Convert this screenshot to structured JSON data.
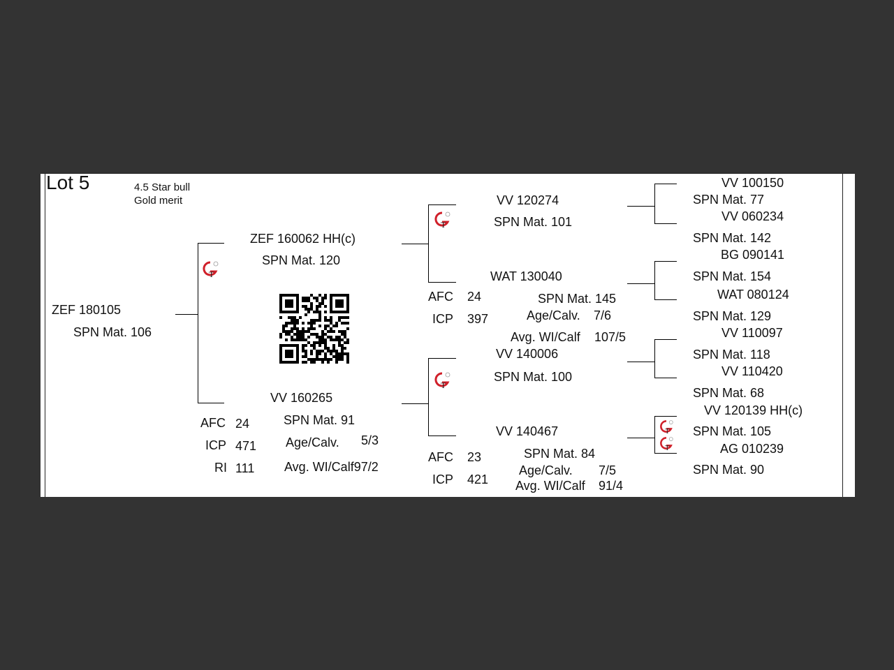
{
  "lot": "Lot 5",
  "rating": [
    "4.5 Star bull",
    "Gold merit"
  ],
  "subject": {
    "id": "ZEF 180105",
    "spn": "SPN Mat. 106"
  },
  "sire": {
    "id": "ZEF 160062  HH(c)",
    "spn": "SPN Mat. 120"
  },
  "dam": {
    "id": "VV  160265",
    "spn": "SPN Mat. 91",
    "afc_label": "AFC",
    "afc": "24",
    "icp_label": "ICP",
    "icp": "471",
    "ri_label": "RI",
    "ri": "111",
    "age_label": "Age/Calv.",
    "age": "5/3",
    "wi": "Avg. WI/Calf97/2"
  },
  "ss": {
    "id": "VV  120274",
    "spn": "SPN Mat. 101"
  },
  "sd": {
    "id": "WAT 130040",
    "spn": "SPN Mat. 145",
    "afc_label": "AFC",
    "afc": "24",
    "icp_label": "ICP",
    "icp": "397",
    "age_label": "Age/Calv.",
    "age": "7/6",
    "wi_label": "Avg. WI/Calf",
    "wi": "107/5"
  },
  "ds": {
    "id": "VV  140006",
    "spn": "SPN Mat. 100"
  },
  "dd": {
    "id": "VV  140467",
    "spn": "SPN Mat. 84",
    "afc_label": "AFC",
    "afc": "23",
    "icp_label": "ICP",
    "icp": "421",
    "age_label": "Age/Calv.",
    "age": "7/5",
    "wi_label": "Avg. WI/Calf",
    "wi": "91/4"
  },
  "gen4": [
    {
      "id": "VV  100150",
      "spn": "SPN Mat. 77"
    },
    {
      "id": "VV  060234",
      "spn": "SPN Mat. 142"
    },
    {
      "id": "BG  090141",
      "spn": "SPN Mat. 154"
    },
    {
      "id": "WAT 080124",
      "spn": "SPN Mat. 129"
    },
    {
      "id": "VV  110097",
      "spn": "SPN Mat. 118"
    },
    {
      "id": "VV  110420",
      "spn": "SPN Mat. 68"
    },
    {
      "id": "VV  120139  HH(c)",
      "spn": "SPN Mat. 105"
    },
    {
      "id": "AG  010239",
      "spn": "SPN Mat. 90"
    }
  ],
  "icons": {
    "logo": "gt-logo-icon",
    "qr": "qr-code"
  },
  "colors": {
    "background": "#333333",
    "sheet": "#ffffff",
    "logo_red": "#d0202a"
  }
}
